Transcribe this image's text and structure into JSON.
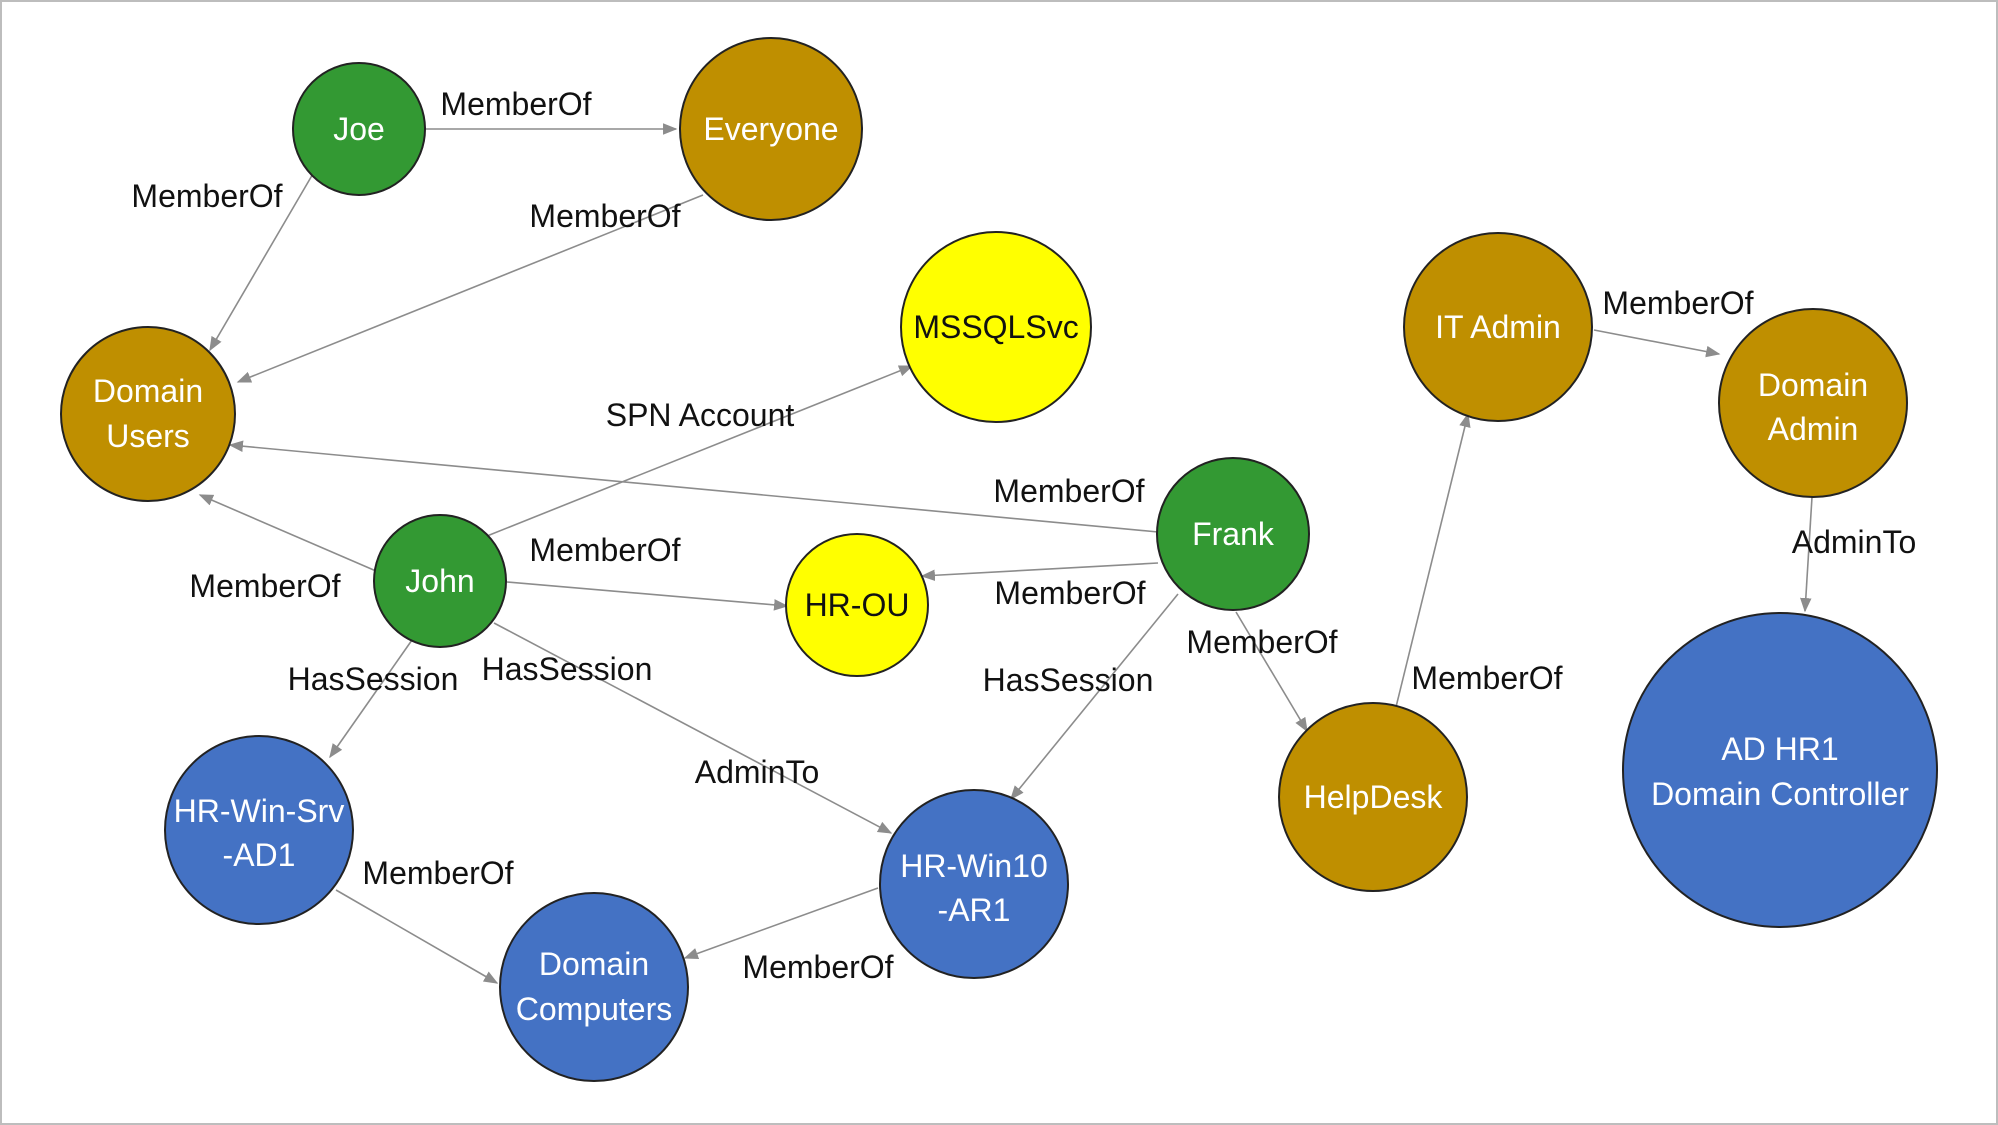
{
  "colors": {
    "user": "#339933",
    "group": "#BF8F00",
    "computer": "#4472C4",
    "object": "#FFFF00",
    "edge": "#8C8C8C"
  },
  "nodes": [
    {
      "id": "joe",
      "lines": [
        "Joe"
      ],
      "kind": "user"
    },
    {
      "id": "everyone",
      "lines": [
        "Everyone"
      ],
      "kind": "group"
    },
    {
      "id": "domain-users",
      "lines": [
        "Domain",
        "Users"
      ],
      "kind": "group"
    },
    {
      "id": "mssqlsvc",
      "lines": [
        "MSSQLSvc"
      ],
      "kind": "object"
    },
    {
      "id": "john",
      "lines": [
        "John"
      ],
      "kind": "user"
    },
    {
      "id": "hr-ou",
      "lines": [
        "HR-OU"
      ],
      "kind": "object"
    },
    {
      "id": "frank",
      "lines": [
        "Frank"
      ],
      "kind": "user"
    },
    {
      "id": "it-admin",
      "lines": [
        "IT Admin"
      ],
      "kind": "group"
    },
    {
      "id": "domain-admin",
      "lines": [
        "Domain",
        "Admin"
      ],
      "kind": "group"
    },
    {
      "id": "helpdesk",
      "lines": [
        "HelpDesk"
      ],
      "kind": "group"
    },
    {
      "id": "hr-win-srv-ad1",
      "lines": [
        "HR-Win-Srv",
        "-AD1"
      ],
      "kind": "computer"
    },
    {
      "id": "hr-win10-ar1",
      "lines": [
        "HR-Win10",
        "-AR1"
      ],
      "kind": "computer"
    },
    {
      "id": "domain-computers",
      "lines": [
        "Domain",
        "Computers"
      ],
      "kind": "computer"
    },
    {
      "id": "ad-hr1",
      "lines": [
        "AD HR1",
        "Domain Controller"
      ],
      "kind": "computer"
    }
  ],
  "edges": [
    {
      "from": "joe",
      "to": "everyone",
      "label": "MemberOf"
    },
    {
      "from": "joe",
      "to": "domain-users",
      "label": "MemberOf"
    },
    {
      "from": "everyone",
      "to": "domain-users",
      "label": "MemberOf"
    },
    {
      "from": "john",
      "to": "mssqlsvc",
      "label": "SPN Account"
    },
    {
      "from": "frank",
      "to": "domain-users",
      "label": "MemberOf"
    },
    {
      "from": "john",
      "to": "domain-users",
      "label": "MemberOf"
    },
    {
      "from": "john",
      "to": "hr-ou",
      "label": "MemberOf"
    },
    {
      "from": "frank",
      "to": "hr-ou",
      "label": "MemberOf"
    },
    {
      "from": "john",
      "to": "hr-win-srv-ad1",
      "label": "HasSession"
    },
    {
      "from": "john",
      "to": "hr-win10-ar1",
      "label": "HasSession"
    },
    {
      "from": "john",
      "to": "hr-win10-ar1",
      "label": "AdminTo"
    },
    {
      "from": "frank",
      "to": "hr-win10-ar1",
      "label": "HasSession"
    },
    {
      "from": "frank",
      "to": "helpdesk",
      "label": "MemberOf"
    },
    {
      "from": "helpdesk",
      "to": "it-admin",
      "label": "MemberOf"
    },
    {
      "from": "it-admin",
      "to": "domain-admin",
      "label": "MemberOf"
    },
    {
      "from": "domain-admin",
      "to": "ad-hr1",
      "label": "AdminTo"
    },
    {
      "from": "hr-win-srv-ad1",
      "to": "domain-computers",
      "label": "MemberOf"
    },
    {
      "from": "hr-win10-ar1",
      "to": "domain-computers",
      "label": "MemberOf"
    }
  ]
}
